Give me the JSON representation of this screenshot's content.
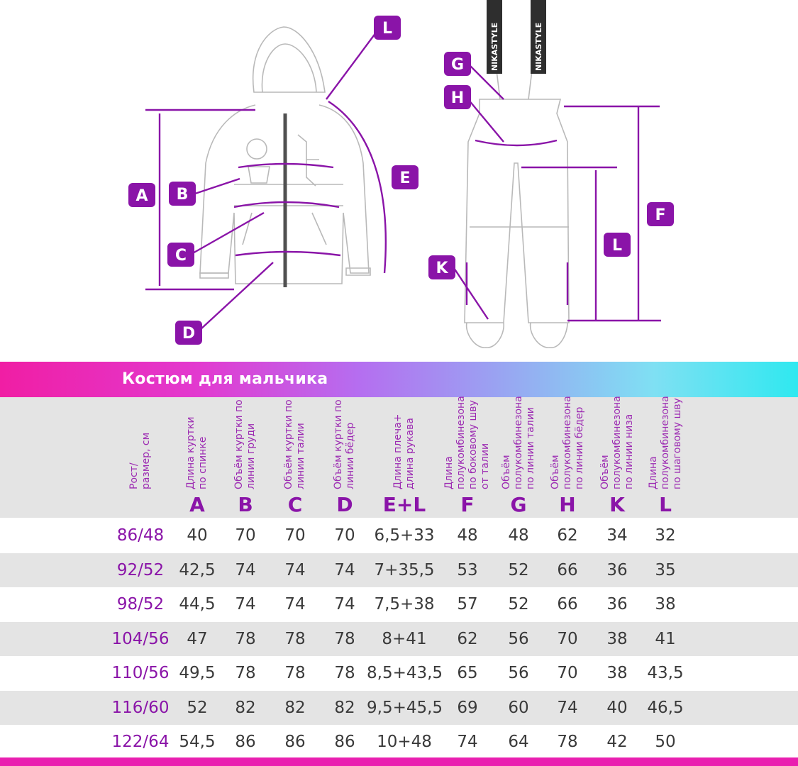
{
  "diagram": {
    "jacket_labels": [
      "L",
      "A",
      "B",
      "E",
      "C",
      "D"
    ],
    "pants_labels": [
      "G",
      "H",
      "F",
      "L",
      "K"
    ],
    "strap_text": "NIKASTYLE",
    "accent_color": "#8a14a8"
  },
  "banner": {
    "title": "Костюм для мальчика"
  },
  "table": {
    "columns": [
      {
        "lines": [
          "Рост/",
          "размер, см"
        ],
        "letter": ""
      },
      {
        "lines": [
          "Длина куртки",
          "по спинке"
        ],
        "letter": "A"
      },
      {
        "lines": [
          "Объём куртки по",
          "линии груди"
        ],
        "letter": "B"
      },
      {
        "lines": [
          "Объём куртки по",
          "линии талии"
        ],
        "letter": "C"
      },
      {
        "lines": [
          "Объём куртки по",
          "линии бёдер"
        ],
        "letter": "D"
      },
      {
        "lines": [
          "Длина плеча+",
          "длина рукава"
        ],
        "letter": "E+L"
      },
      {
        "lines": [
          "Длина",
          "полукомбинезона",
          "по боковому шву",
          "от талии"
        ],
        "letter": "F"
      },
      {
        "lines": [
          "Объём",
          "полукомбинезона",
          "по линии талии"
        ],
        "letter": "G"
      },
      {
        "lines": [
          "Объём",
          "полукомбинезона",
          "по линии бёдер"
        ],
        "letter": "H"
      },
      {
        "lines": [
          "Объём",
          "полукомбинезона",
          "по линии низа"
        ],
        "letter": "K"
      },
      {
        "lines": [
          "Длина",
          "полукомбинезона",
          "по шаговому шву"
        ],
        "letter": "L"
      }
    ],
    "rows": [
      [
        "86/48",
        "40",
        "70",
        "70",
        "70",
        "6,5+33",
        "48",
        "48",
        "62",
        "34",
        "32"
      ],
      [
        "92/52",
        "42,5",
        "74",
        "74",
        "74",
        "7+35,5",
        "53",
        "52",
        "66",
        "36",
        "35"
      ],
      [
        "98/52",
        "44,5",
        "74",
        "74",
        "74",
        "7,5+38",
        "57",
        "52",
        "66",
        "36",
        "38"
      ],
      [
        "104/56",
        "47",
        "78",
        "78",
        "78",
        "8+41",
        "62",
        "56",
        "70",
        "38",
        "41"
      ],
      [
        "110/56",
        "49,5",
        "78",
        "78",
        "78",
        "8,5+43,5",
        "65",
        "56",
        "70",
        "38",
        "43,5"
      ],
      [
        "116/60",
        "52",
        "82",
        "82",
        "82",
        "9,5+45,5",
        "69",
        "60",
        "74",
        "40",
        "46,5"
      ],
      [
        "122/64",
        "54,5",
        "86",
        "86",
        "86",
        "10+48",
        "74",
        "64",
        "78",
        "42",
        "50"
      ]
    ]
  }
}
